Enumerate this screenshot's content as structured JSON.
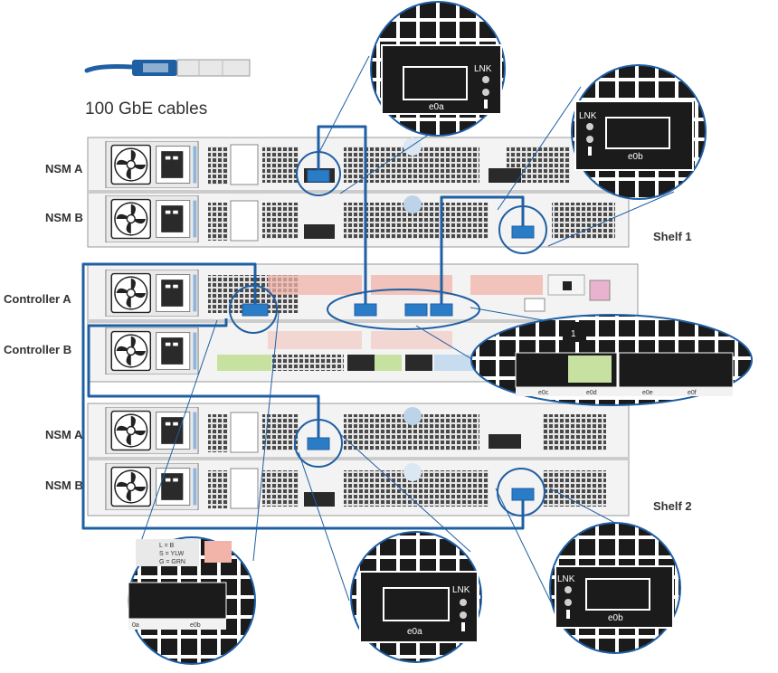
{
  "title": "100 GbE cables",
  "labels": {
    "shelf1_nsm_a": "NSM A",
    "shelf1_nsm_b": "NSM B",
    "controller_a": "Controller A",
    "controller_b": "Controller B",
    "shelf2_nsm_a": "NSM A",
    "shelf2_nsm_b": "NSM B",
    "shelf_1": "Shelf 1",
    "shelf_2": "Shelf 2"
  },
  "zoom_ports": {
    "top_e0a": "e0a",
    "top_e0b": "e0b",
    "bottom_e0a": "e0a",
    "bottom_e0b": "e0b",
    "link": "LNK",
    "mid_ports": [
      "e0c",
      "e0d",
      "e0e",
      "e0f"
    ],
    "mid_slot": "1",
    "left_port_a": "0a",
    "left_port_b": "e0b",
    "left_legend": [
      "L = B",
      "S = YLW",
      "G = GRN"
    ]
  },
  "colors": {
    "cable": "#1f5fa3",
    "cable_end": "#2a7cc7",
    "chassis": "#f2f2f2",
    "accent_green": "#c7e2a0",
    "accent_salmon": "#f2b3a8"
  }
}
